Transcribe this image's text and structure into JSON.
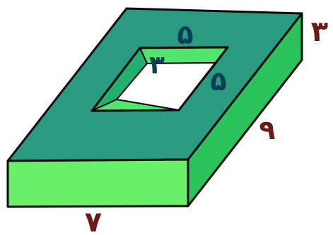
{
  "colors": {
    "top_face": "#2a9a80",
    "front_face": "#6bf06b",
    "side_face": "#2cc35c",
    "hole_wall_left": "#22b070",
    "hole_wall_top": "#53e56f",
    "hole_opening": "#ffffff",
    "outline": "#0a0a0a",
    "label_dark_red": "#6b1a1a",
    "label_blue": "#0b3f57"
  },
  "labels": {
    "outer_height": "٣",
    "outer_length": "٩",
    "outer_width": "٧",
    "hole_top_side": "۵",
    "hole_right_side": "۵",
    "hole_depth": "٣"
  }
}
